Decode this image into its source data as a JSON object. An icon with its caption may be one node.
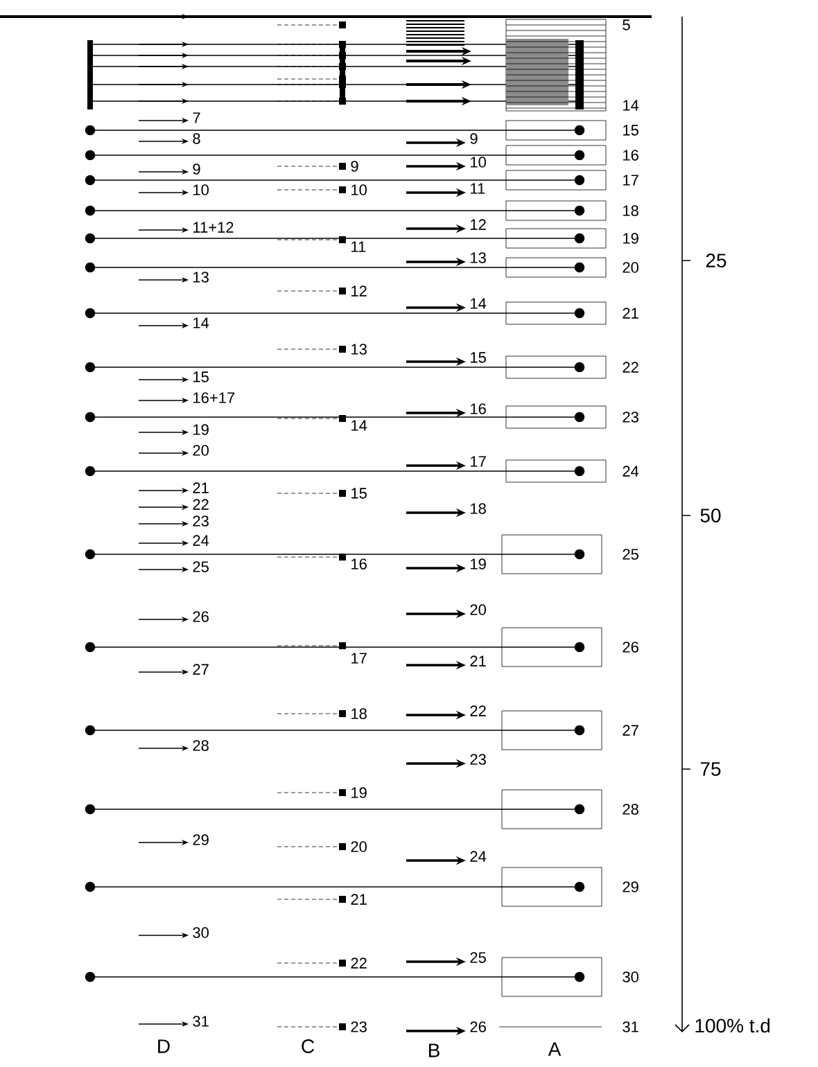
{
  "diagram": {
    "labels": [
      "7",
      "8",
      "9",
      "10",
      "11+12",
      "13",
      "14",
      "15",
      "16+17",
      "19",
      "20",
      "21",
      "22",
      "23",
      "24",
      "25",
      "26",
      "27",
      "28",
      "29",
      "30",
      "31",
      "9",
      "10",
      "11",
      "12",
      "13",
      "14",
      "15",
      "16",
      "17",
      "18",
      "19",
      "20",
      "21",
      "22",
      "23",
      "9",
      "10",
      "11",
      "12",
      "13",
      "14",
      "15",
      "16",
      "17",
      "18",
      "19",
      "20",
      "21",
      "22",
      "23",
      "24",
      "25",
      "26",
      "5",
      "14",
      "15",
      "16",
      "17",
      "18",
      "19",
      "20",
      "21",
      "22",
      "23",
      "24",
      "25",
      "26",
      "27",
      "28",
      "29",
      "30",
      "31",
      "25",
      "50",
      "75",
      "100% t.d",
      "D",
      "C",
      "B",
      "A"
    ]
  }
}
